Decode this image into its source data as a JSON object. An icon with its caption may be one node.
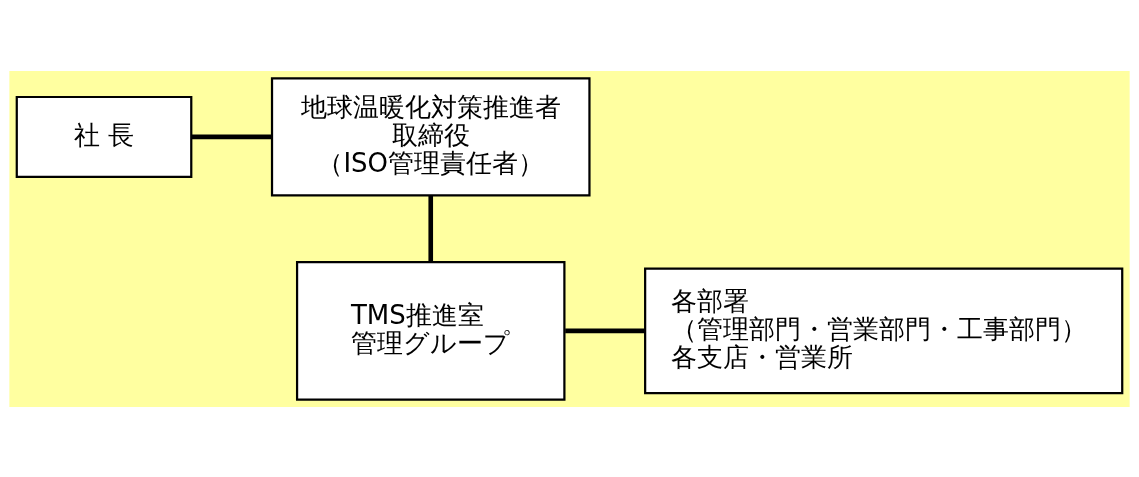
{
  "diagram": {
    "nodes": [
      {
        "text": [
          "社 長"
        ]
      },
      {
        "text": [
          "地球温暖化対策推進者",
          "取締役",
          "（ISO管理責任者）"
        ]
      },
      {
        "text": [
          "TMS推進室",
          "管理グループ"
        ]
      },
      {
        "text": [
          "各部署",
          "（管理部門・営業部門・工事部門）",
          "各支店・営業所"
        ]
      }
    ],
    "edges": [
      {
        "from": 0,
        "to": 1,
        "arrow": "none"
      },
      {
        "from": 1,
        "to": 2,
        "arrow": "none"
      },
      {
        "from": 2,
        "to": 3,
        "arrow": "none"
      }
    ]
  }
}
